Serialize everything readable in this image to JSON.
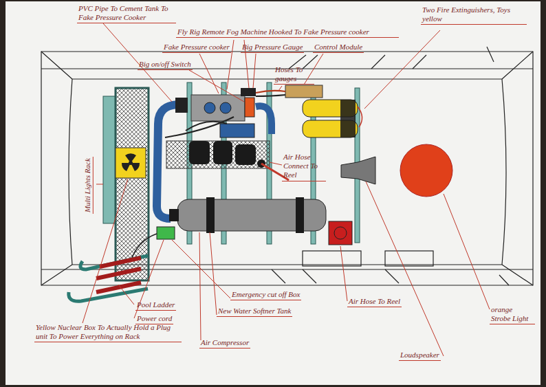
{
  "diagram": {
    "labels": [
      "PVC Pipe To Cement Tank To Fake Pressure Cooker",
      "Fly Rig Remote Fog Machine Hooked To Fake Pressure cooker",
      "Fake Pressure cooker",
      "Big Pressure Gauge",
      "Control Module",
      "Big on/off Switch",
      "Hoses To gauges",
      "Two Fire Extinguishers, Toys yellow",
      "Multi Lights Rack",
      "Air Hose Connect To Reel",
      "Pool Ladder",
      "Power cord",
      "Yellow Nuclear Box To Actually Hold a Plug unit To Power Everything on Rack",
      "Emergency cut off Box",
      "New Water Softner Tank",
      "Air Compressor",
      "Air Hose To Reel",
      "Loudspeaker",
      "orange Strobe Light"
    ]
  }
}
